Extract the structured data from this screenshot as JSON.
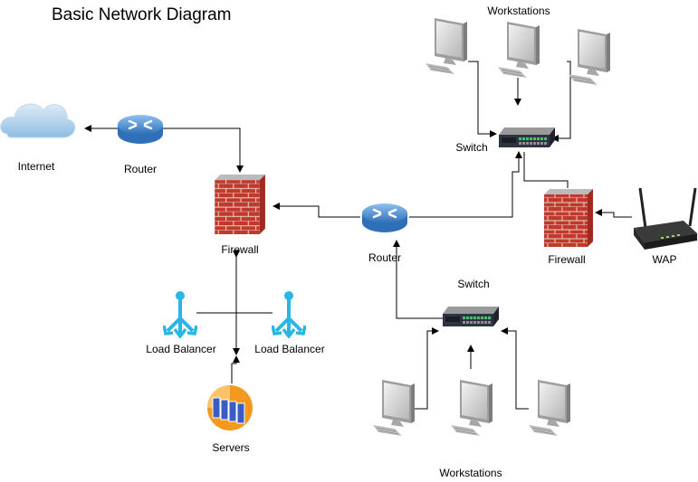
{
  "title": "Basic Network Diagram",
  "labels": {
    "internet": "Internet",
    "router_top": "Router",
    "firewall_left": "Firewall",
    "router_center": "Router",
    "firewall_right": "Firewall",
    "wap": "WAP",
    "workstations_top": "Workstations",
    "switch_top": "Switch",
    "switch_bottom": "Switch",
    "workstations_bottom": "Workstations",
    "load_balancer_left": "Load Balancer",
    "load_balancer_right": "Load Balancer",
    "servers": "Servers"
  },
  "colors": {
    "firewall_brick": "#c0392b",
    "router_blue": "#4a90d9",
    "cloud_blue": "#a9cde8",
    "load_balancer_cyan": "#29b6e6",
    "server_orange": "#f39a1e",
    "server_blue": "#3b5cc4",
    "workstation_gray": "#c8c8c8",
    "connector": "#000000"
  },
  "icons": [
    "cloud-icon",
    "router-icon",
    "firewall-icon",
    "switch-icon",
    "workstation-icon",
    "wireless-access-point-icon",
    "load-balancer-icon",
    "server-icon"
  ]
}
